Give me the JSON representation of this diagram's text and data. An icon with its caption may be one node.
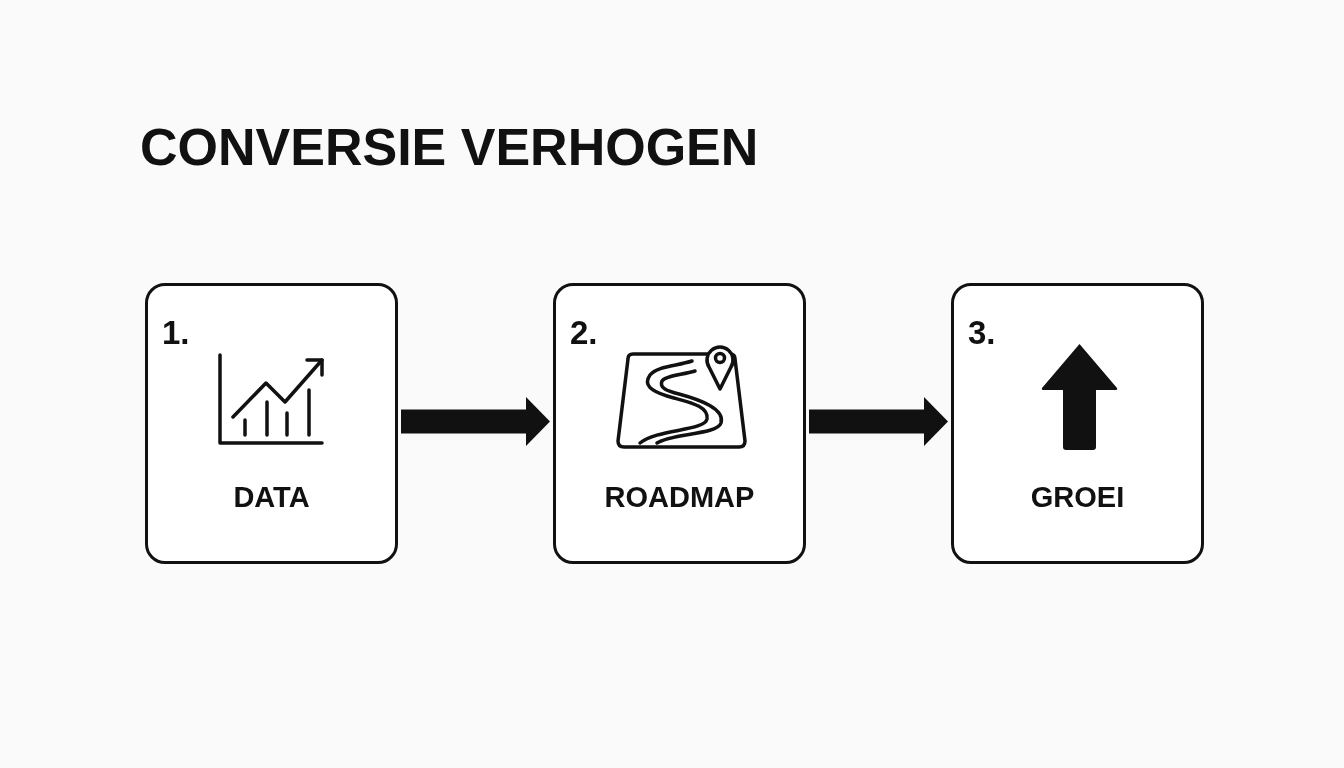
{
  "diagram": {
    "title": "CONVERSIE VERHOGEN",
    "nodes": [
      {
        "text": [
          "1.",
          "DATA"
        ]
      },
      {
        "text": [
          "2.",
          "ROADMAP"
        ]
      },
      {
        "text": [
          "3.",
          "GROEI"
        ]
      }
    ],
    "edges": [
      {
        "from": 0,
        "to": 1,
        "arrow": "to"
      },
      {
        "from": 1,
        "to": 2,
        "arrow": "to"
      }
    ]
  }
}
